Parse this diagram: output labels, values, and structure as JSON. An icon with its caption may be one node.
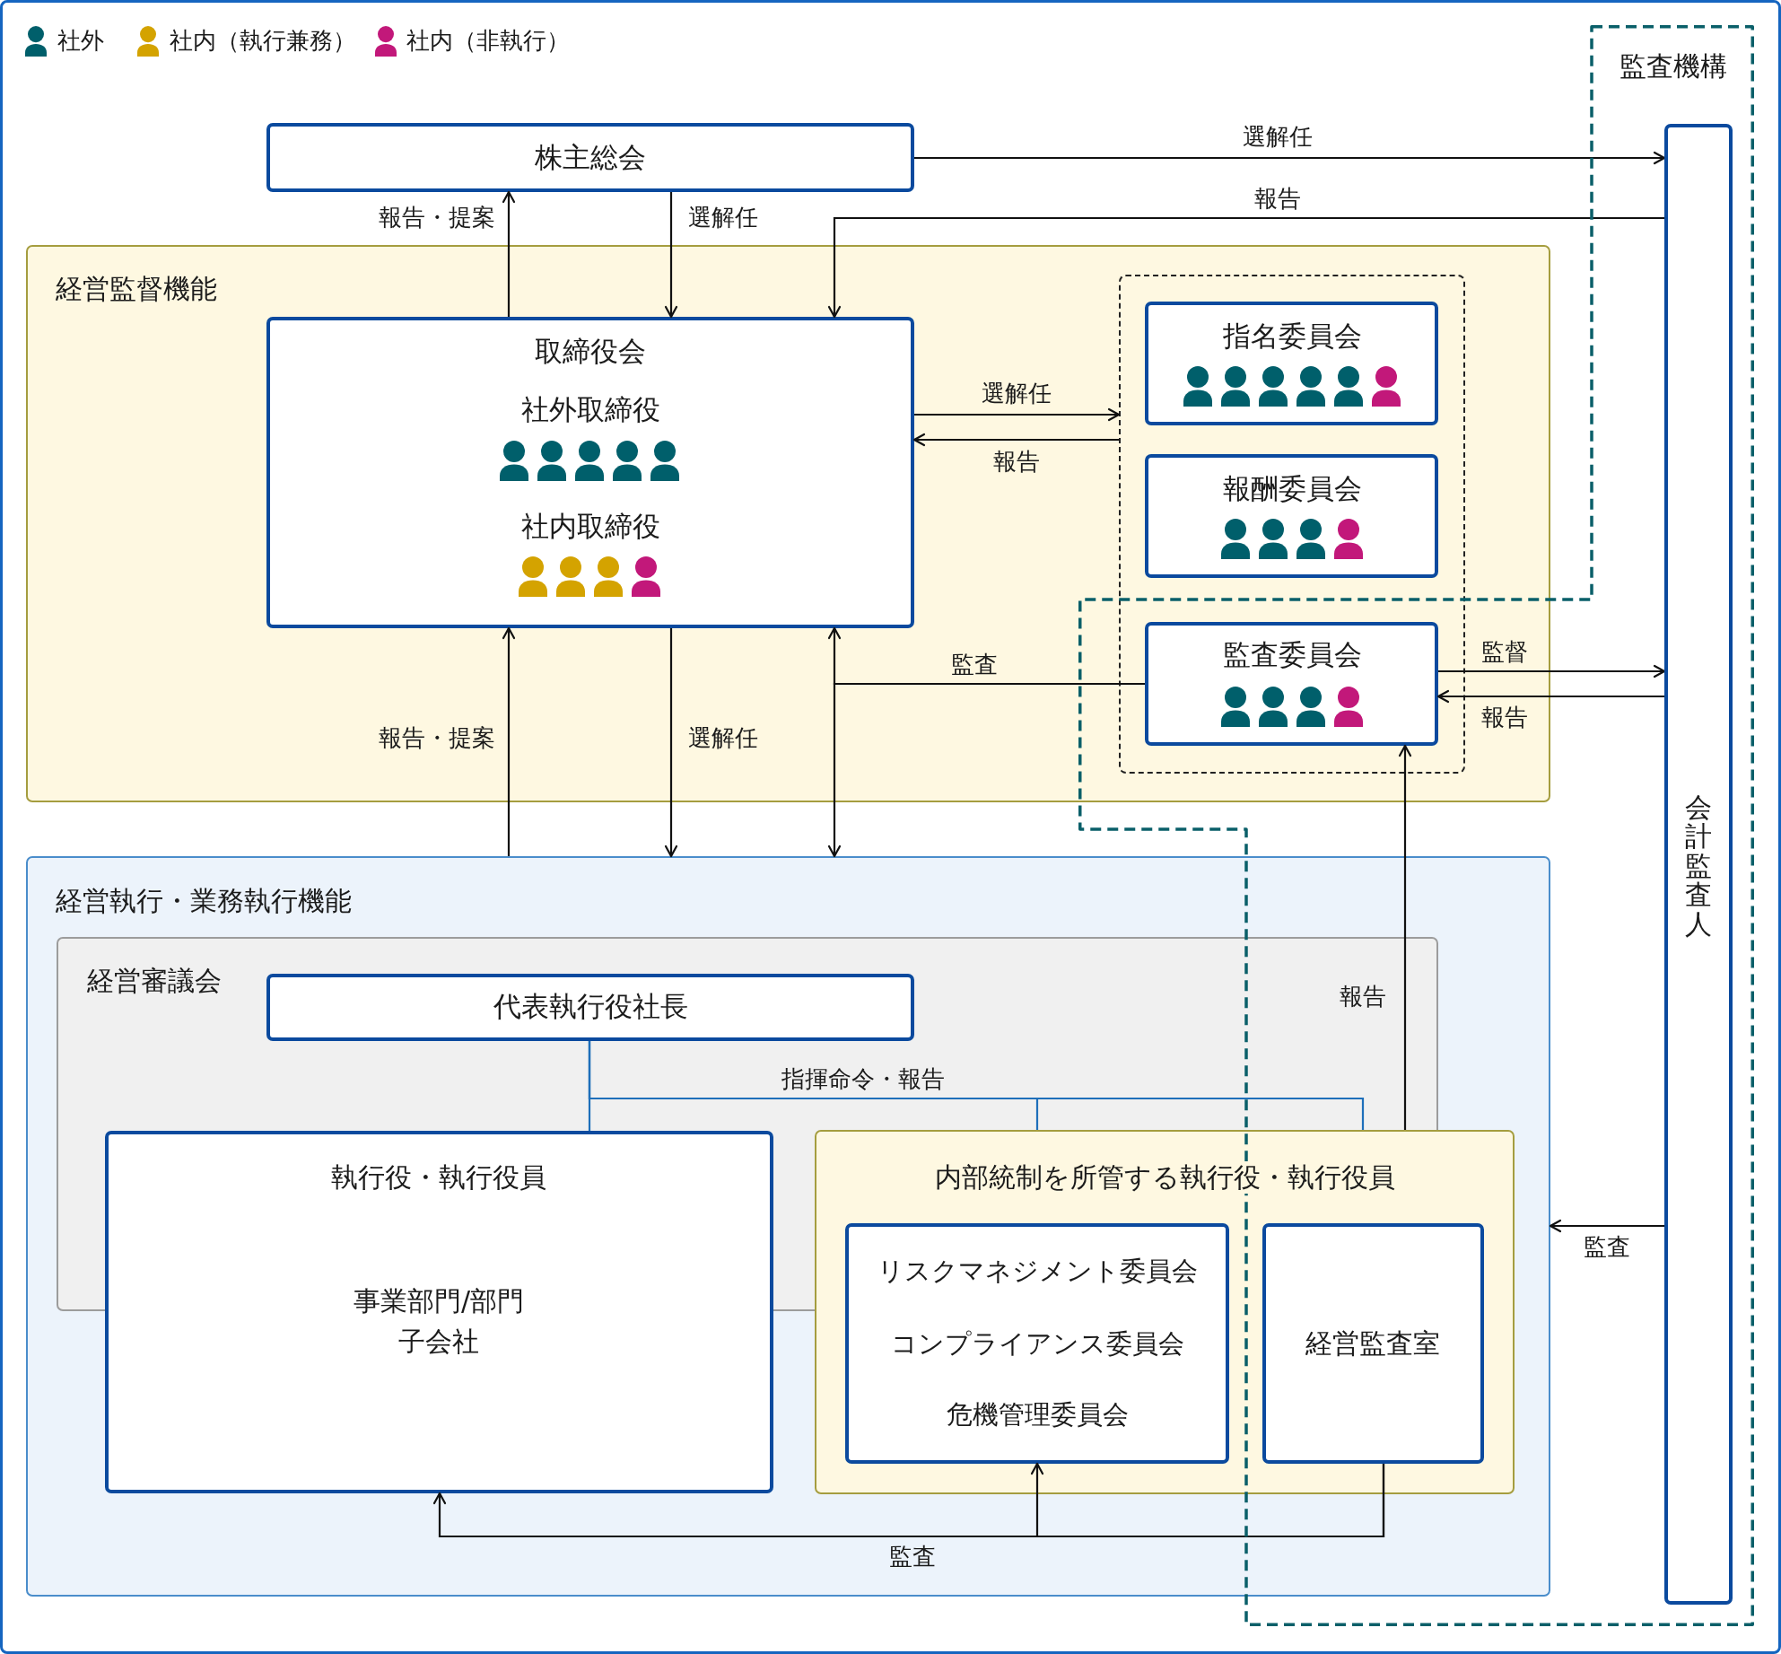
{
  "diagram": {
    "nodes": [
      {
        "text": [
          "監査機構"
        ]
      },
      {
        "text": [
          "会計監査人"
        ],
        "in": 0
      },
      {
        "text": [
          "株主総会"
        ]
      },
      {
        "text": [
          "経営監督機能"
        ]
      },
      {
        "text": [
          "取締役会",
          "社外取締役",
          "社内取締役"
        ],
        "in": 3
      },
      {
        "text": [],
        "shape": "box",
        "in": 3
      },
      {
        "text": [
          "指名委員会"
        ],
        "in": 5
      },
      {
        "text": [
          "報酬委員会"
        ],
        "in": 5
      },
      {
        "text": [
          "監査委員会"
        ],
        "in": 5
      },
      {
        "text": [
          "経営執行・業務執行機能"
        ]
      },
      {
        "text": [
          "経営審議会"
        ],
        "in": 9
      },
      {
        "text": [
          "代表執行役社長"
        ],
        "in": 10
      },
      {
        "text": [
          "執行役・執行役員",
          "事業部門/部門",
          "子会社"
        ],
        "in": 9
      },
      {
        "text": [
          "内部統制を所管する執行役・執行役員"
        ],
        "in": 9
      },
      {
        "text": [
          "リスクマネジメント委員会",
          "コンプライアンス委員会",
          "危機管理委員会"
        ],
        "in": 13
      },
      {
        "text": [
          "経営監査室"
        ]
      }
    ],
    "edges": [
      {
        "from": 2,
        "to": 1,
        "arrow": "to",
        "label": "選解任"
      },
      {
        "from": 1,
        "to": 4,
        "arrow": "to",
        "label": "報告"
      },
      {
        "from": 4,
        "to": 2,
        "arrow": "to",
        "label": "報告・提案"
      },
      {
        "from": 2,
        "to": 4,
        "arrow": "to",
        "label": "選解任"
      },
      {
        "from": 4,
        "to": 5,
        "arrow": "to",
        "label": "選解任"
      },
      {
        "from": 5,
        "to": 4,
        "arrow": "to",
        "label": "報告"
      },
      {
        "from": 9,
        "to": 4,
        "arrow": "to",
        "label": "報告・提案"
      },
      {
        "from": 4,
        "to": 9,
        "arrow": "to",
        "label": "選解任"
      },
      {
        "from": 8,
        "to": 4,
        "arrow": "to",
        "label": "監査"
      },
      {
        "from": 8,
        "to": 9,
        "arrow": "to"
      },
      {
        "from": 8,
        "to": 1,
        "arrow": "to",
        "label": "監督"
      },
      {
        "from": 1,
        "to": 8,
        "arrow": "to",
        "label": "報告"
      },
      {
        "from": 13,
        "to": 8,
        "arrow": "to",
        "label": "報告"
      },
      {
        "from": 11,
        "to": 12,
        "arrow": "none",
        "color": "#1e6fba"
      },
      {
        "from": 11,
        "to": 13,
        "arrow": "none",
        "color": "#1e6fba",
        "label": "指揮命令・報告"
      },
      {
        "from": 11,
        "to": 13,
        "arrow": "none",
        "color": "#1e6fba"
      },
      {
        "from": 15,
        "to": 12,
        "arrow": "to",
        "label": "監査"
      },
      {
        "from": 15,
        "to": 14,
        "arrow": "to"
      },
      {
        "from": 1,
        "to": 9,
        "arrow": "to",
        "label": "監査"
      }
    ],
    "legend": [
      {
        "text": "社外",
        "color": "#005f6b"
      },
      {
        "text": "社内（執行兼務）",
        "color": "#d4a300"
      },
      {
        "text": "社内（非執行）",
        "color": "#c2187a"
      }
    ]
  }
}
